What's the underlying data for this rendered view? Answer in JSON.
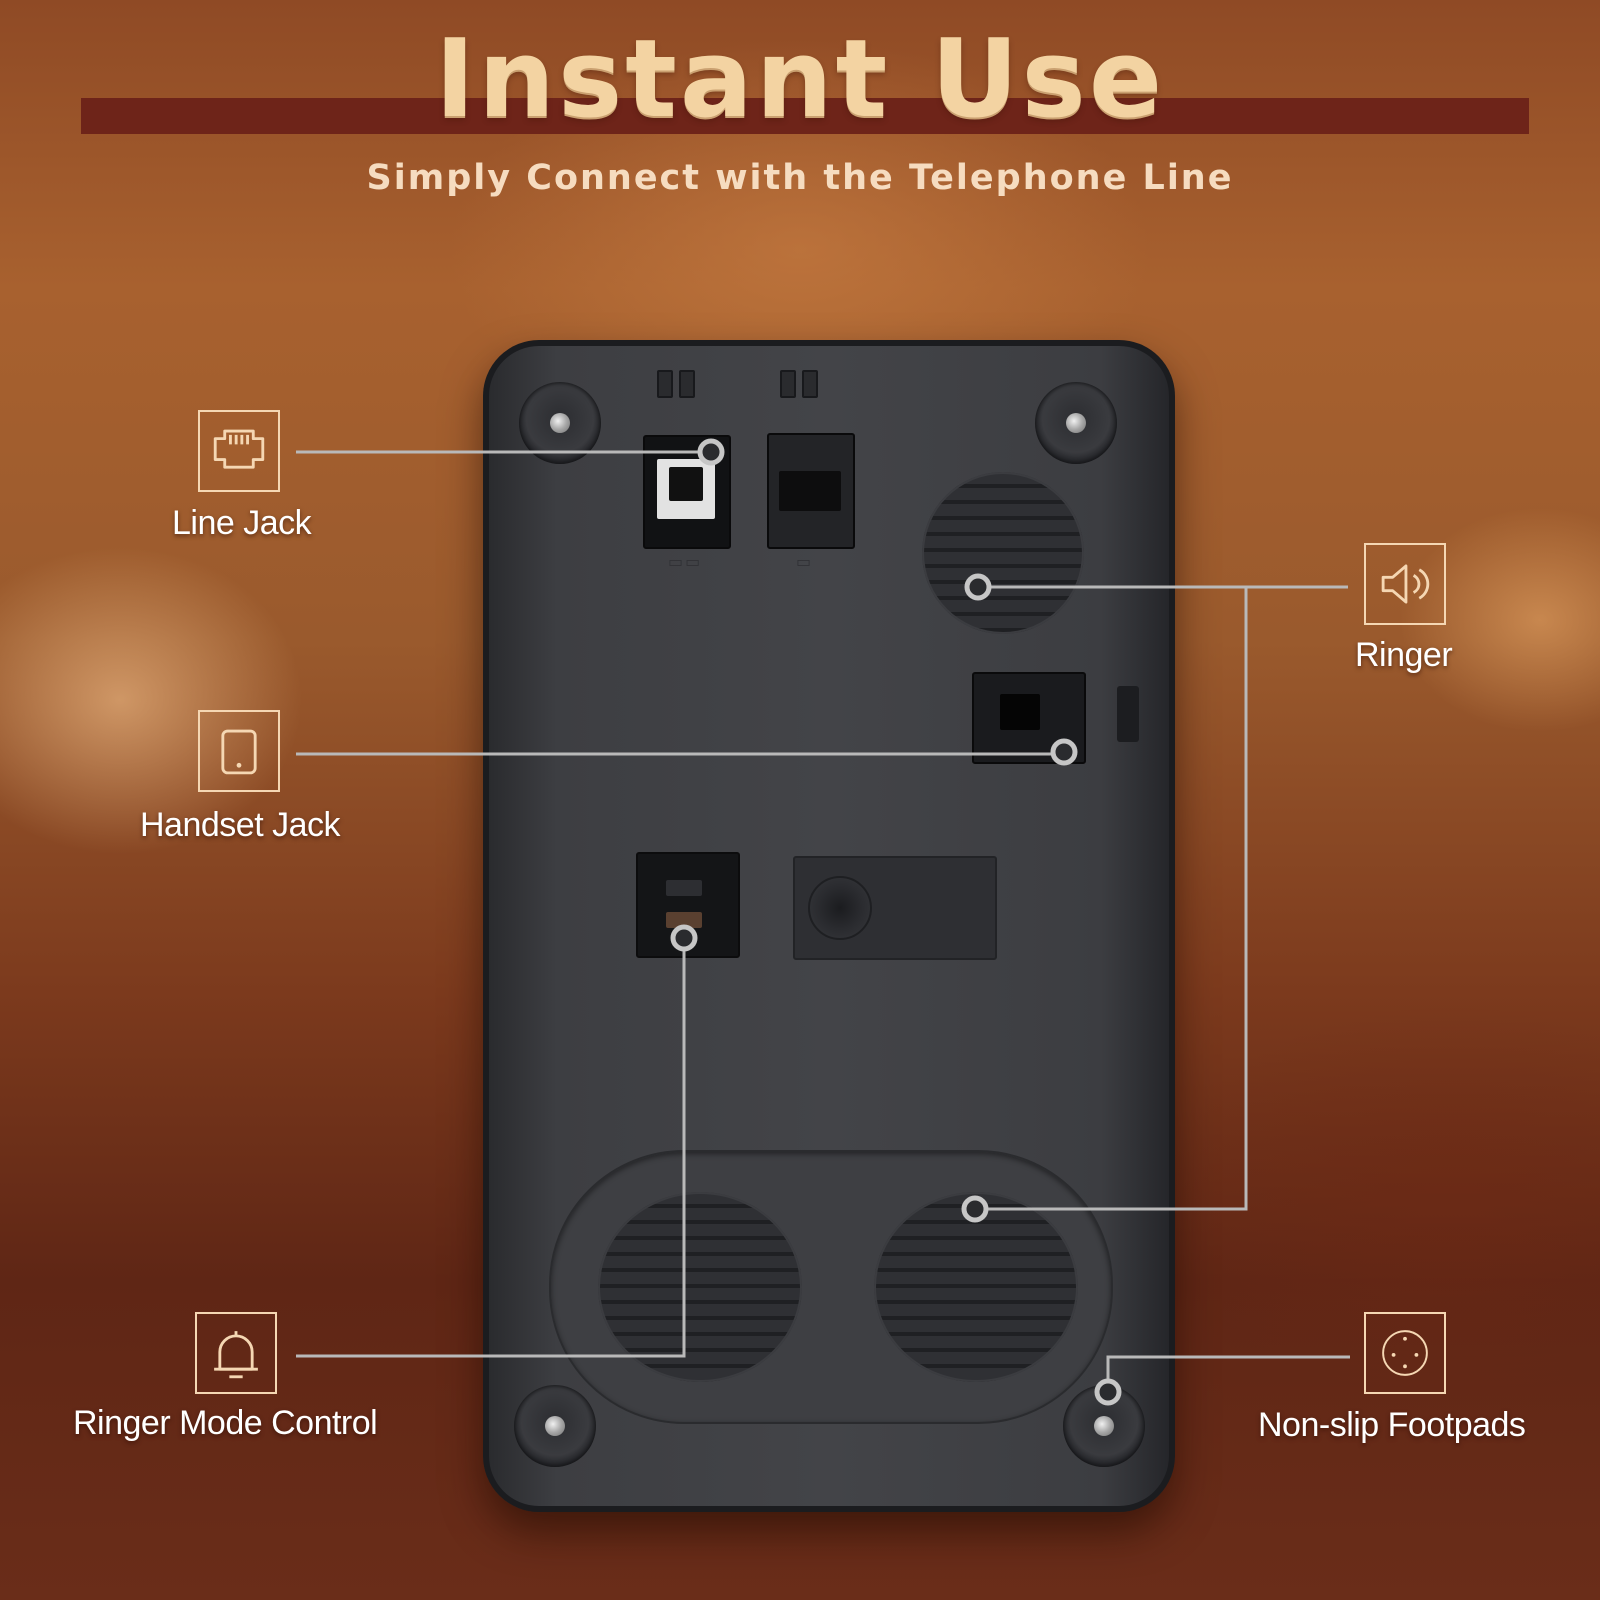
{
  "title": "Instant Use",
  "subtitle": "Simply Connect with the Telephone Line",
  "callouts": {
    "line_jack": "Line Jack",
    "handset_jack": "Handset Jack",
    "ringer_mode": "Ringer Mode Control",
    "ringer": "Ringer",
    "footpads": "Non-slip Footpads"
  },
  "icons": {
    "line_jack": "ethernet-port-icon",
    "handset_jack": "tablet-icon",
    "ringer_mode": "bell-icon",
    "ringer": "speaker-icon",
    "footpads": "footpad-icon"
  },
  "colors": {
    "title": "#f3d3a2",
    "band": "#6e2419",
    "icon_stroke": "#f5d7b3",
    "leader": "#b8b8b8"
  }
}
